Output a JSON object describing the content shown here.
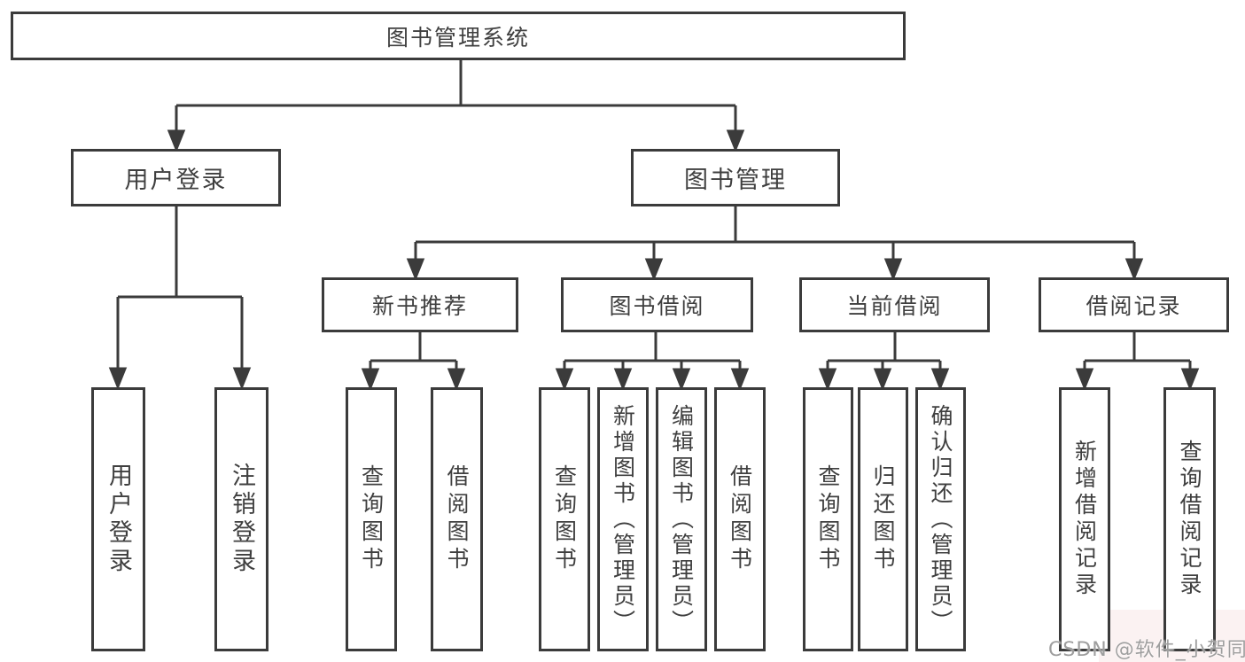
{
  "root": {
    "label": "图书管理系统"
  },
  "user_login": {
    "label": "用户登录",
    "children": [
      "用户登录",
      "注销登录"
    ]
  },
  "book_mgmt": {
    "label": "图书管理"
  },
  "new_book_rec": {
    "label": "新书推荐",
    "children": [
      "查询图书",
      "借阅图书"
    ]
  },
  "book_borrow": {
    "label": "图书借阅",
    "children": [
      "查询图书",
      "新增图书（管理员）",
      "编辑图书（管理员）",
      "借阅图书"
    ]
  },
  "current_borrow": {
    "label": "当前借阅",
    "children": [
      "查询图书",
      "归还图书",
      "确认归还（管理员）"
    ]
  },
  "borrow_record": {
    "label": "借阅记录",
    "children": [
      "新增借阅记录",
      "查询借阅记录"
    ]
  },
  "watermark": "CSDN @软件_小贺同学",
  "colors": {
    "line": "#3b3b3b",
    "text": "#3f3f3f",
    "watermark": "#9e9e9e",
    "background": "#ffffff"
  }
}
